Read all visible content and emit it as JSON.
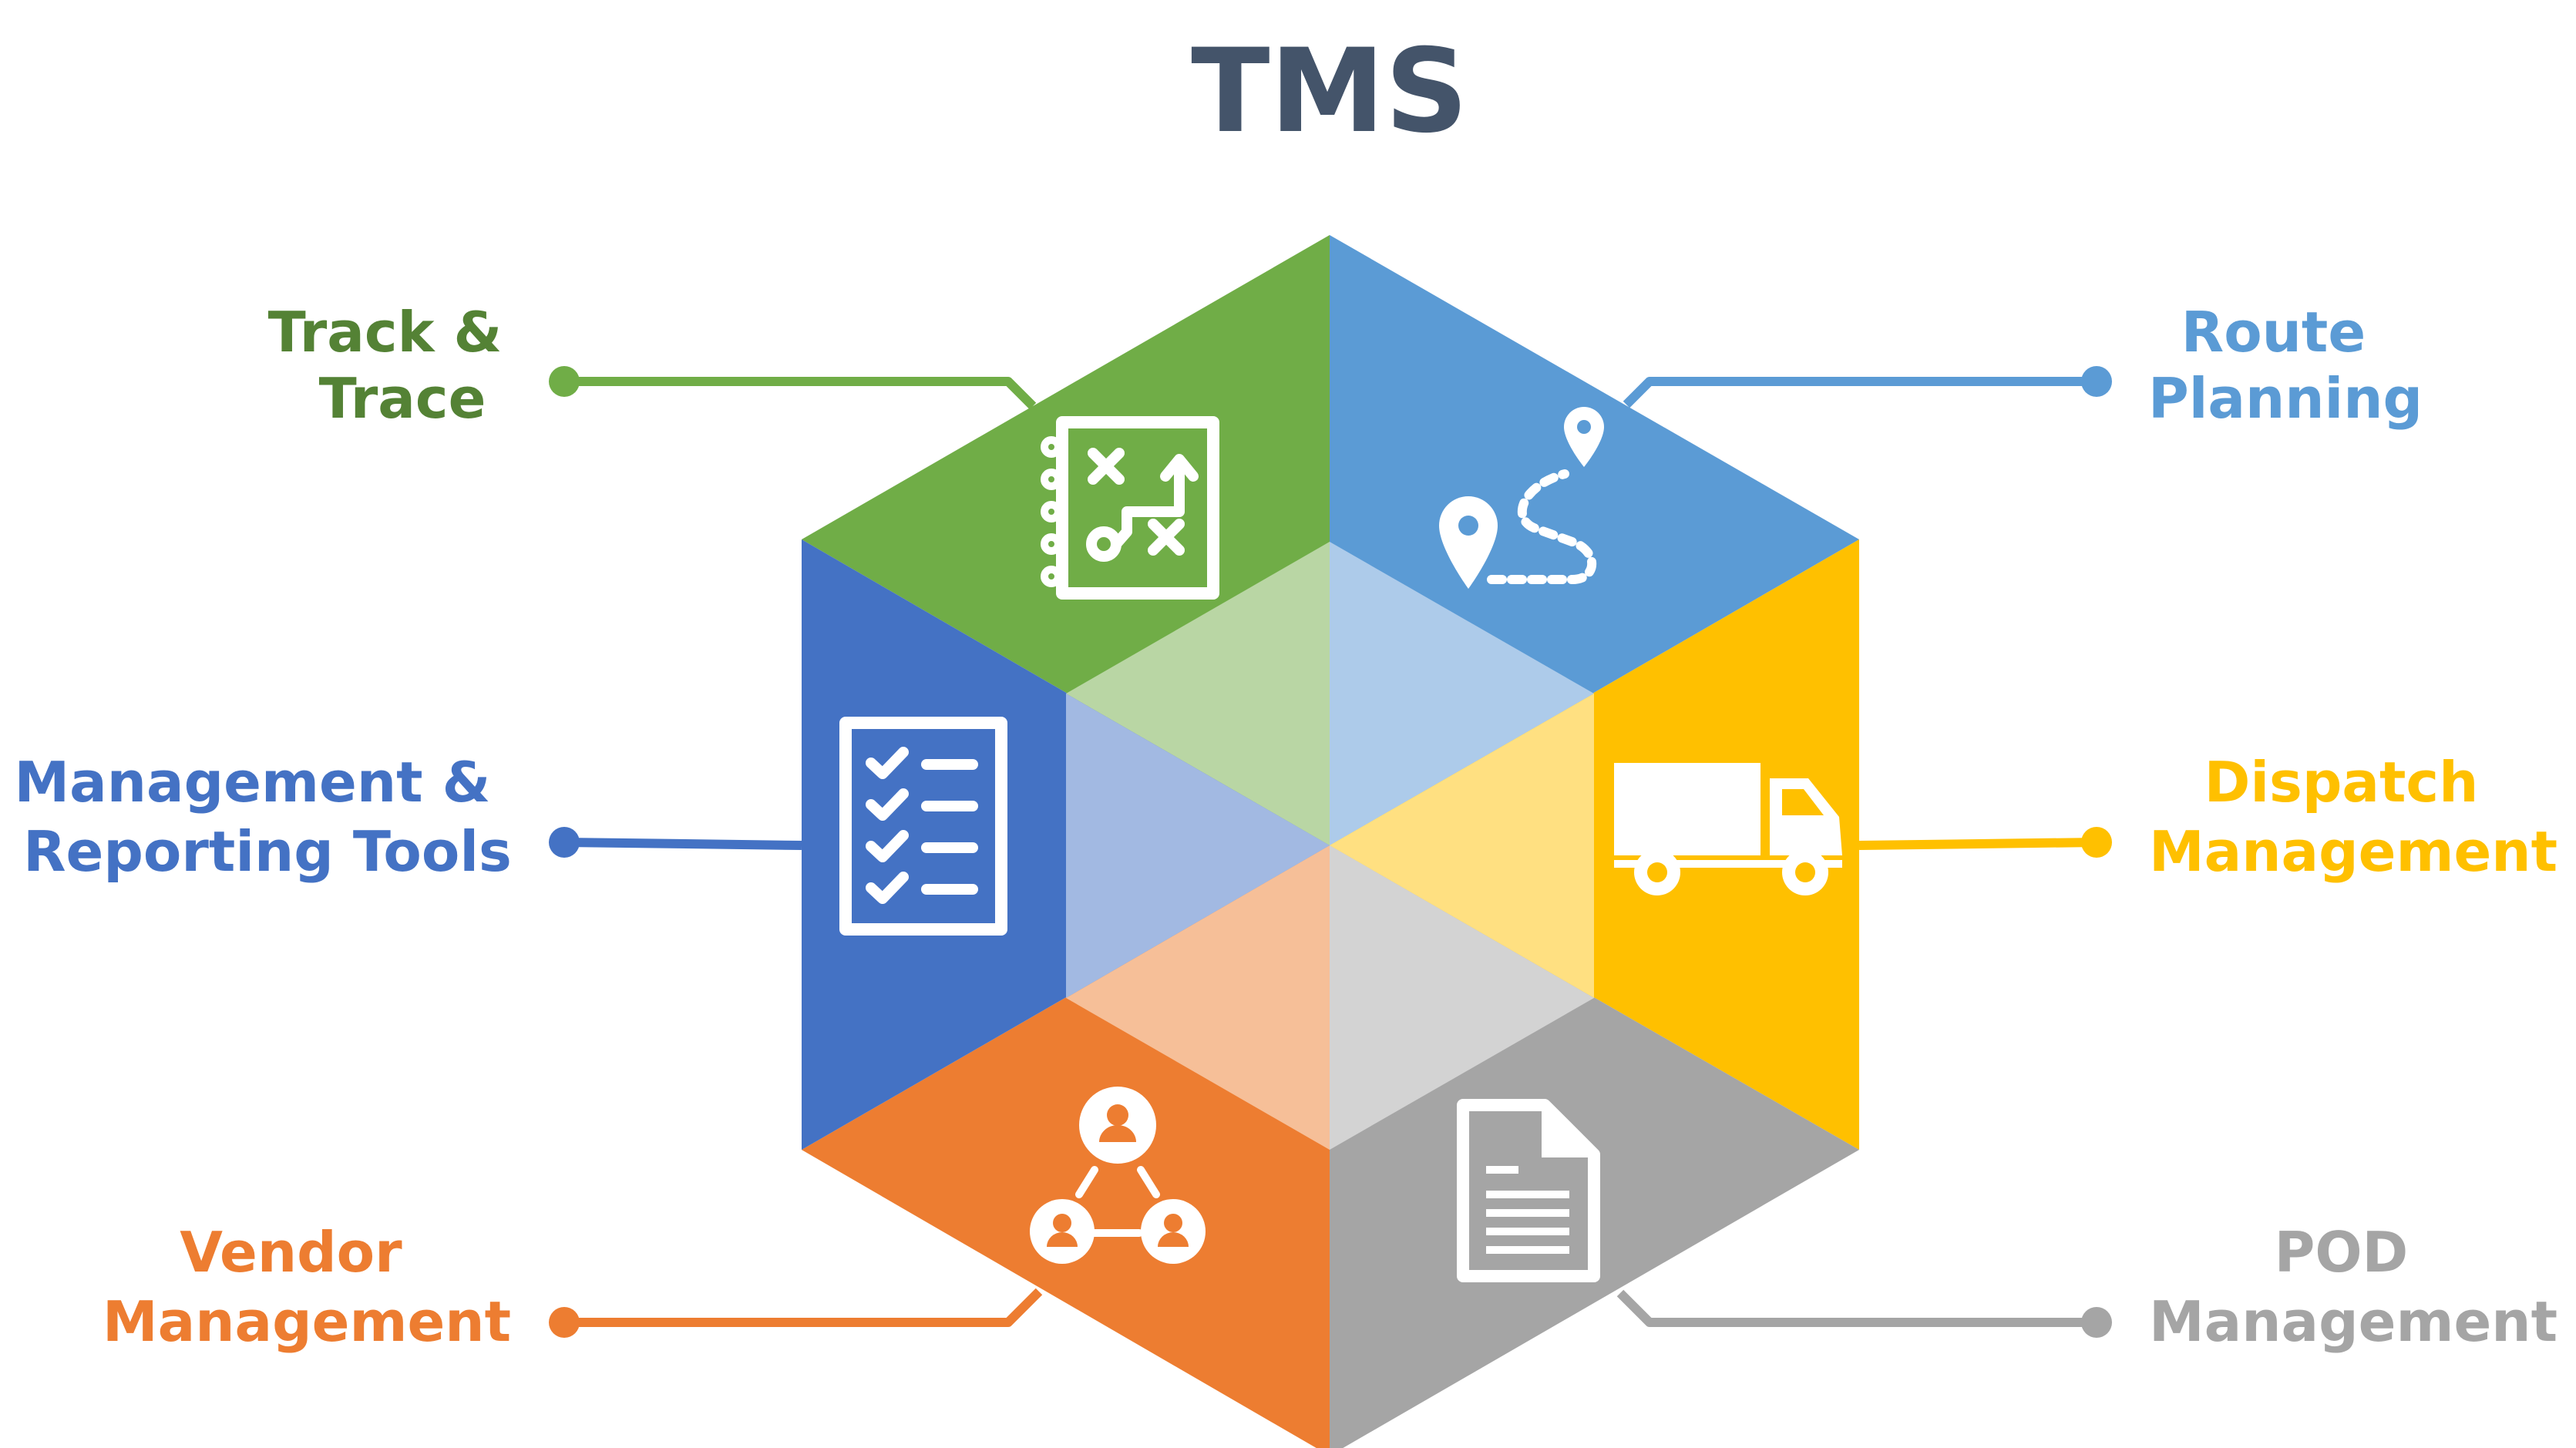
{
  "title": "TMS",
  "colors": {
    "title": "#44546a",
    "green": "#70ad47",
    "green_dark": "#548235",
    "blue_light": "#5b9bd5",
    "blue": "#4472c4",
    "yellow": "#ffc000",
    "orange": "#ed7d31",
    "gray": "#a5a5a5"
  },
  "modules": [
    {
      "key": "track",
      "lines": [
        "Track &",
        "Trace"
      ],
      "color": "#548235",
      "icon": "strategy-board-icon"
    },
    {
      "key": "route",
      "lines": [
        "Route",
        "Planning"
      ],
      "color": "#5b9bd5",
      "icon": "route-map-pin-icon"
    },
    {
      "key": "mgmt",
      "lines": [
        "Management &",
        "Reporting Tools"
      ],
      "color": "#4472c4",
      "icon": "checklist-icon"
    },
    {
      "key": "dispatch",
      "lines": [
        "Dispatch",
        "Management"
      ],
      "color": "#ffc000",
      "icon": "truck-icon"
    },
    {
      "key": "vendor",
      "lines": [
        "Vendor",
        "Management"
      ],
      "color": "#ed7d31",
      "icon": "network-users-icon"
    },
    {
      "key": "pod",
      "lines": [
        "POD",
        "Management"
      ],
      "color": "#a5a5a5",
      "icon": "document-icon"
    }
  ]
}
